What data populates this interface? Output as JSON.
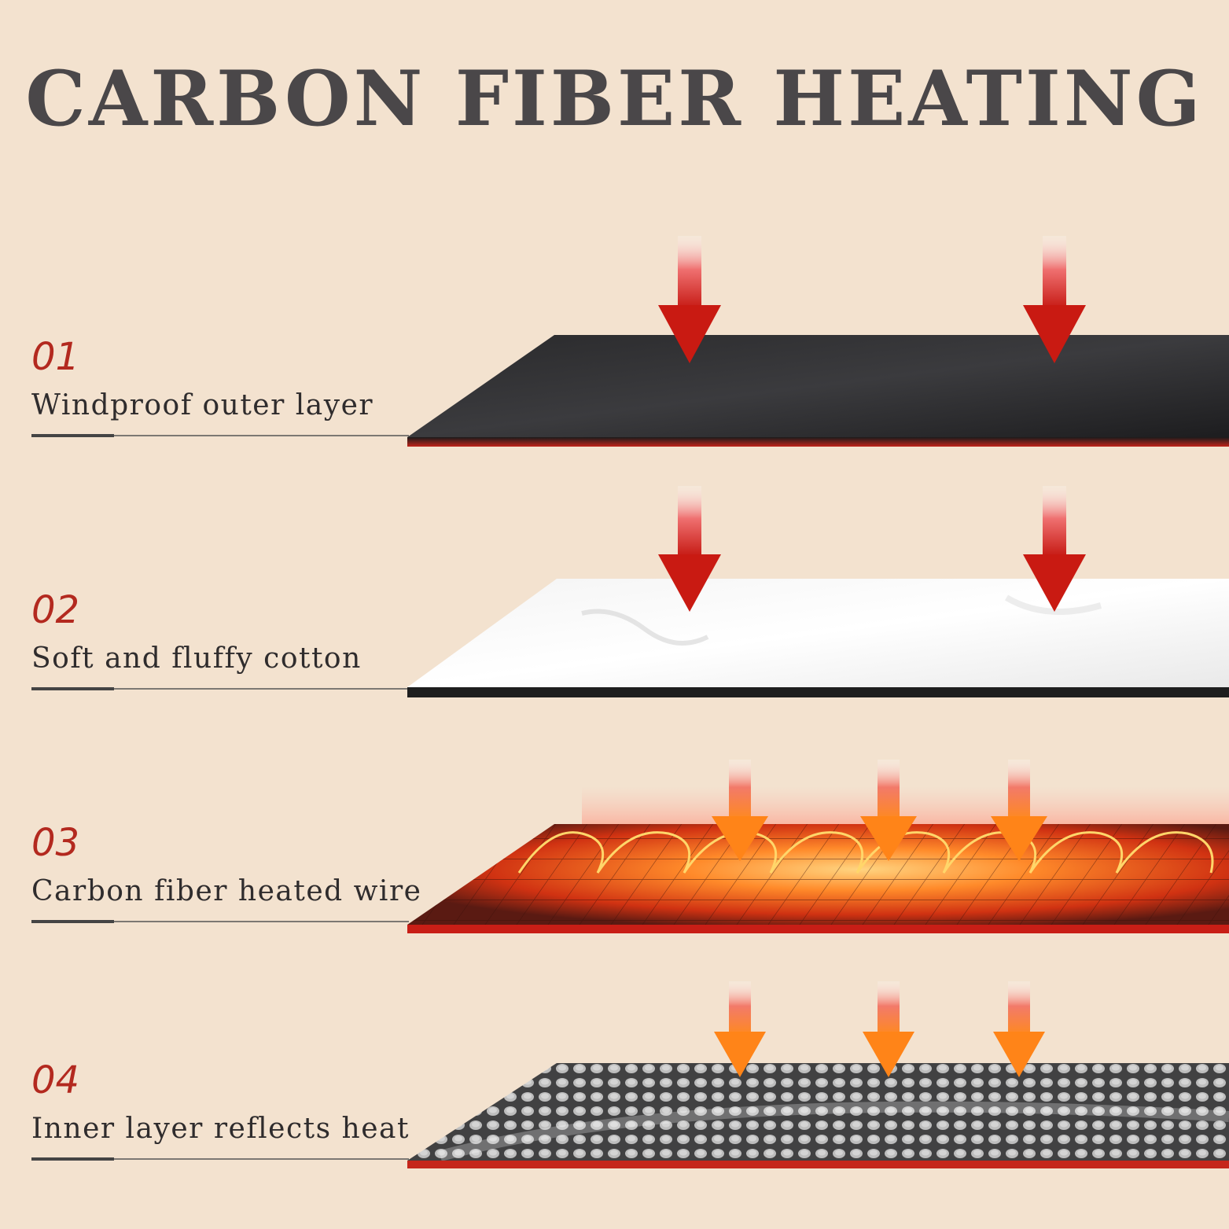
{
  "title": "CARBON FIBER HEATING",
  "layers": [
    {
      "number": "01",
      "label": "Windproof outer layer"
    },
    {
      "number": "02",
      "label": "Soft and fluffy cotton"
    },
    {
      "number": "03",
      "label": "Carbon fiber heated wire"
    },
    {
      "number": "04",
      "label": "Inner layer reflects heat"
    }
  ],
  "colors": {
    "background": "#f3e2cf",
    "title": "#4a4749",
    "number": "#b3291f",
    "arrow_red": "#d8281e",
    "arrow_orange": "#ff7a1a",
    "heated_red": "#c72a12"
  }
}
